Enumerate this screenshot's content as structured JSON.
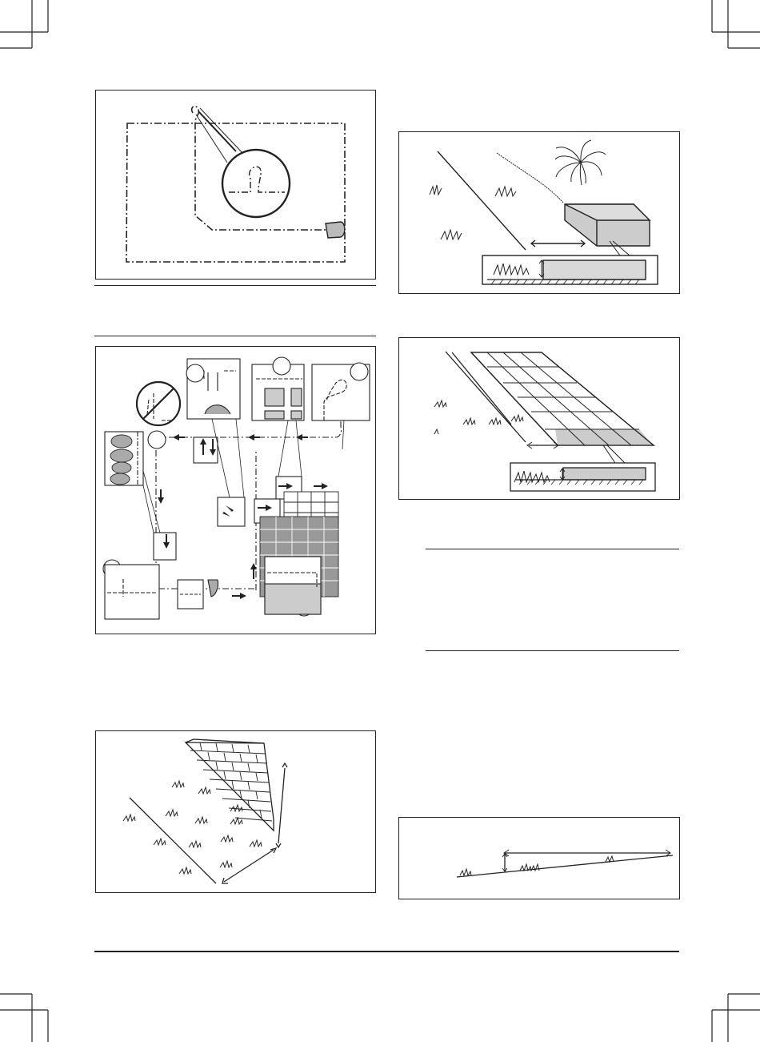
{
  "page": {
    "figures": [
      {
        "id": "fig-guide-loop",
        "icon": "boundary-loop-diagram"
      },
      {
        "id": "fig-installation-overview",
        "icon": "installation-overview-diagram"
      },
      {
        "id": "fig-wall-obstacle",
        "icon": "wall-obstacle-diagram"
      },
      {
        "id": "fig-slab-obstacle",
        "icon": "raised-slab-diagram"
      },
      {
        "id": "fig-paving-obstacle",
        "icon": "flush-paving-diagram"
      },
      {
        "id": "fig-slope",
        "icon": "slope-diagram"
      }
    ],
    "colors": {
      "line": "#222222",
      "fill_gray": "#cccccc",
      "fill_light": "#d9d9d9"
    }
  }
}
